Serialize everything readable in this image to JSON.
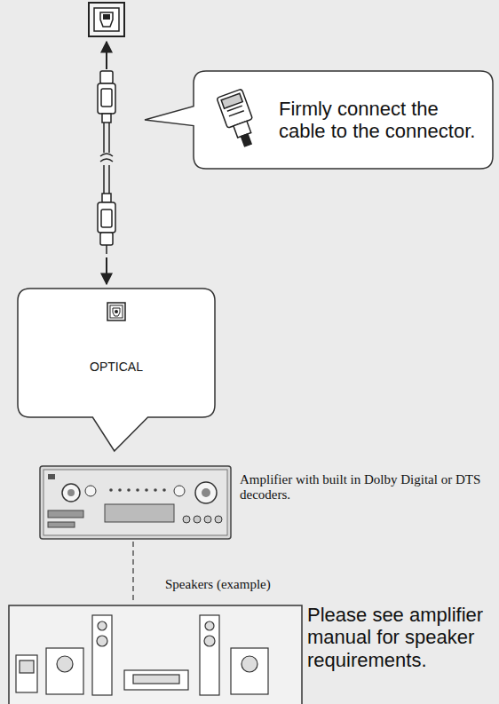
{
  "diagram": {
    "nodes": [
      {
        "text": [
          "Firmly connect the cable to the connector."
        ]
      },
      {
        "text": [
          "OPTICAL"
        ]
      }
    ],
    "labels": [
      "Amplifier with built in Dolby Digital or DTS decoders.",
      "Speakers (example)",
      "Please see amplifier manual for speaker requirements."
    ]
  }
}
